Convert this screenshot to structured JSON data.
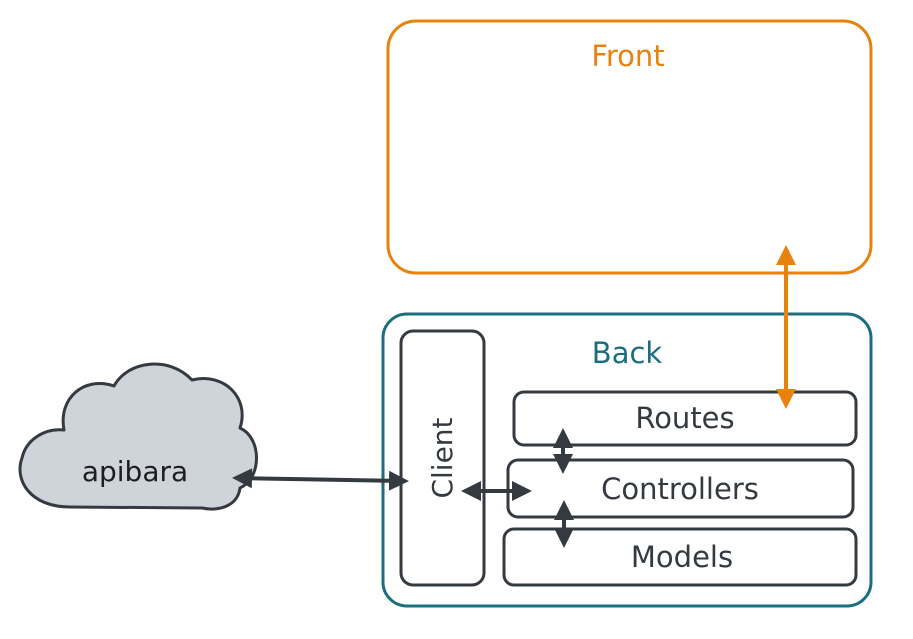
{
  "front": {
    "title": "Front",
    "color": "#e8820e"
  },
  "back": {
    "title": "Back",
    "color": "#1a6e80"
  },
  "client": {
    "label": "Client"
  },
  "routes": {
    "label": "Routes"
  },
  "controllers": {
    "label": "Controllers"
  },
  "models": {
    "label": "Models"
  },
  "external": {
    "label": "apibara",
    "fill": "#ced4da"
  },
  "colors": {
    "stroke": "#343a40",
    "arrow_orange": "#e8820e"
  }
}
